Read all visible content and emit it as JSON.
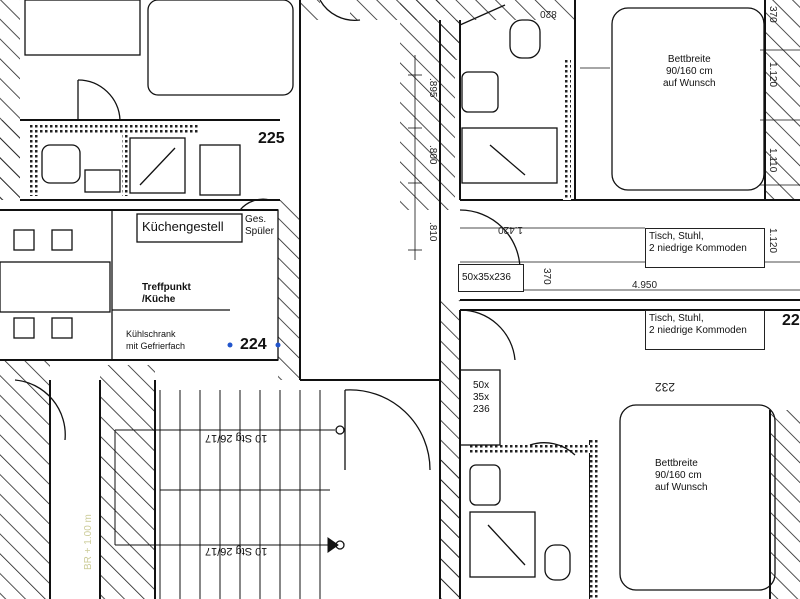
{
  "rooms": {
    "r225": "225",
    "r224": "224",
    "r232": "232",
    "r22x": "22"
  },
  "kitchen": {
    "rack": "Küchengestell",
    "dishwasher": "Ges.\nSpüler",
    "meeting": "Treffpunkt\n/Küche",
    "fridge": "Kühlschrank\nmit Gefrierfach"
  },
  "furniture": {
    "bed_upper": "Bettbreite\n90/160 cm\nauf Wunsch",
    "bed_lower": "Bettbreite\n90/160 cm\nauf Wunsch",
    "table_upper": "Tisch, Stuhl,\n2 niedrige Kommoden",
    "table_lower": "Tisch, Stuhl,\n2 niedrige Kommoden",
    "wardrobe_upper": "50x35x236",
    "wardrobe_lower": "50x\n35x\n236"
  },
  "stairs": {
    "upper": "10 Stg 26/17",
    "lower": "10 Stg 26/17",
    "height": "BR + 1.00 m"
  },
  "dimensions": {
    "d895": ".895",
    "d800": ".800",
    "d810": ".810",
    "d1120a": "1.120",
    "d1110": "1.110",
    "d1120b": "1.120",
    "d370a": "370",
    "d370b": "370",
    "d4950": "4.950",
    "d1420": "1.420",
    "d820": "820"
  },
  "colors": {
    "line": "#111111",
    "hatch": "#222222",
    "marker": "#2255cc"
  }
}
